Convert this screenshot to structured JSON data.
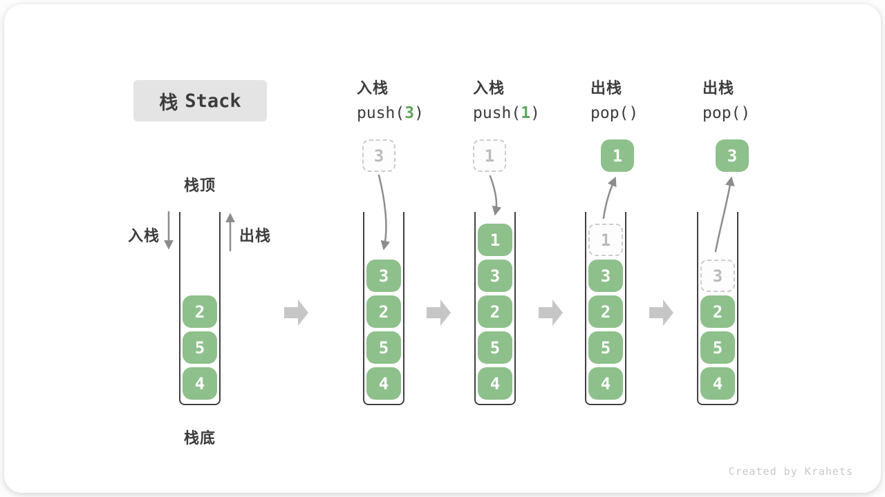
{
  "title": {
    "zh": "栈",
    "en": "Stack"
  },
  "side_labels": {
    "stack_top": "栈顶",
    "stack_bottom": "栈底",
    "push": "入栈",
    "pop": "出栈"
  },
  "operations": [
    {
      "name": "入栈",
      "code_pre": "push(",
      "code_arg": "3",
      "code_post": ")"
    },
    {
      "name": "入栈",
      "code_pre": "push(",
      "code_arg": "1",
      "code_post": ")"
    },
    {
      "name": "出栈",
      "code_pre": "pop(",
      "code_arg": "",
      "code_post": ")"
    },
    {
      "name": "出栈",
      "code_pre": "pop(",
      "code_arg": "",
      "code_post": ")"
    }
  ],
  "stacks": [
    {
      "cells": [
        "2",
        "5",
        "4"
      ]
    },
    {
      "float_value": "3",
      "cells": [
        "3",
        "2",
        "5",
        "4"
      ]
    },
    {
      "float_value": "1",
      "cells": [
        "1",
        "3",
        "2",
        "5",
        "4"
      ]
    },
    {
      "float_value": "1",
      "ghost": "1",
      "cells": [
        "3",
        "2",
        "5",
        "4"
      ]
    },
    {
      "float_value": "3",
      "ghost": "3",
      "cells": [
        "2",
        "5",
        "4"
      ]
    }
  ],
  "watermark": "Created by Krahets",
  "colors": {
    "cell-green": "#8EC08B",
    "arg-green": "#5FA85C",
    "arrow-gray": "#8C8C8C",
    "block-arrow-gray": "#C6C6C6",
    "dashed-border": "#CCCCCC",
    "ghost-text": "#BBBBBB",
    "text-dark": "#3C3C3C",
    "container-line": "#404040",
    "title-bg": "#E4E4E4",
    "watermark-gray": "#C8C8C8"
  }
}
